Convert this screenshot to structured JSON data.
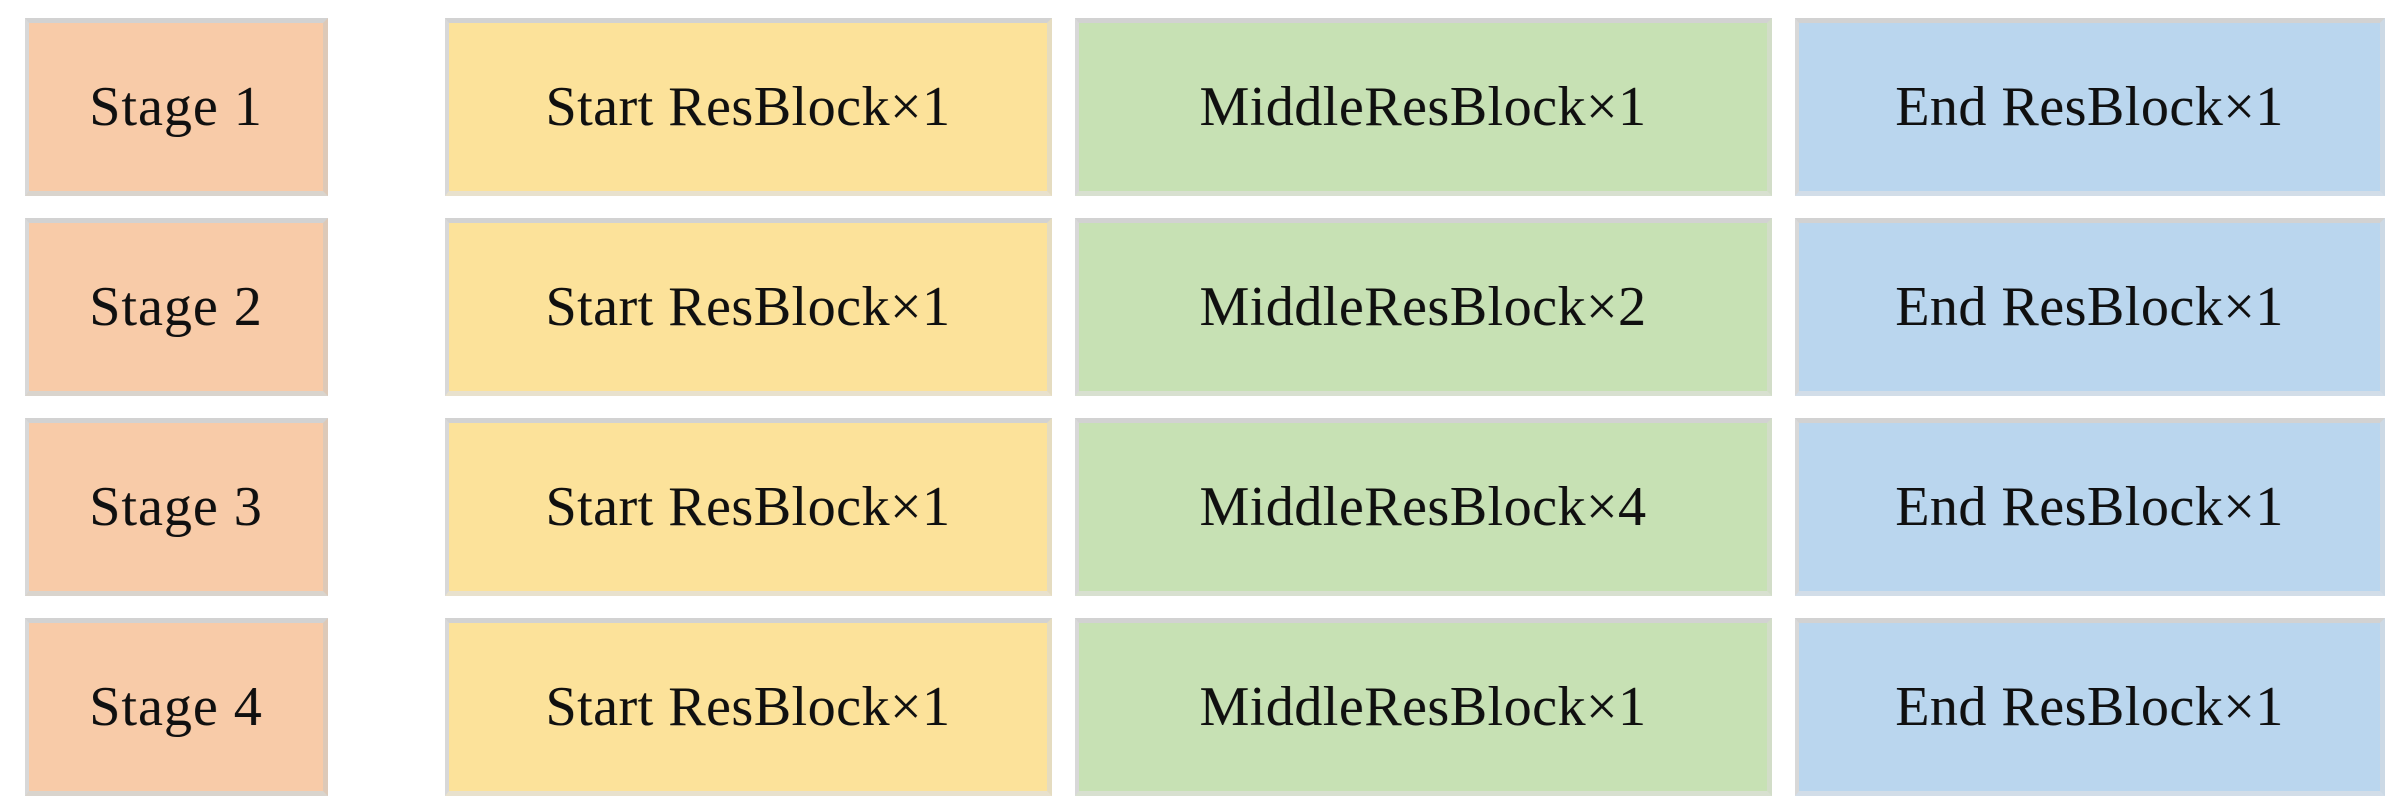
{
  "figure": {
    "kind": "architecture-stage-table",
    "columns": [
      {
        "key": "stage",
        "role": "stage-label",
        "color": "#F8CBA8"
      },
      {
        "key": "start",
        "role": "start-resblock",
        "color": "#FCE29A"
      },
      {
        "key": "middle",
        "role": "middle-resblock",
        "color": "#C7E1B4"
      },
      {
        "key": "end",
        "role": "end-resblock",
        "color": "#BAD6EE"
      }
    ],
    "multiply_symbol": "×",
    "background": "#FFFFFF"
  },
  "rows": [
    {
      "stage": "Stage 1",
      "start": "Start ResBlock×1",
      "middle": "MiddleResBlock×1",
      "end": "End ResBlock×1",
      "counts": {
        "start": 1,
        "middle": 1,
        "end": 1
      }
    },
    {
      "stage": "Stage 2",
      "start": "Start ResBlock×1",
      "middle": "MiddleResBlock×2",
      "end": "End ResBlock×1",
      "counts": {
        "start": 1,
        "middle": 2,
        "end": 1
      }
    },
    {
      "stage": "Stage 3",
      "start": "Start ResBlock×1",
      "middle": "MiddleResBlock×4",
      "end": "End ResBlock×1",
      "counts": {
        "start": 1,
        "middle": 4,
        "end": 1
      }
    },
    {
      "stage": "Stage 4",
      "start": "Start ResBlock×1",
      "middle": "MiddleResBlock×1",
      "end": "End ResBlock×1",
      "counts": {
        "start": 1,
        "middle": 1,
        "end": 1
      }
    }
  ]
}
